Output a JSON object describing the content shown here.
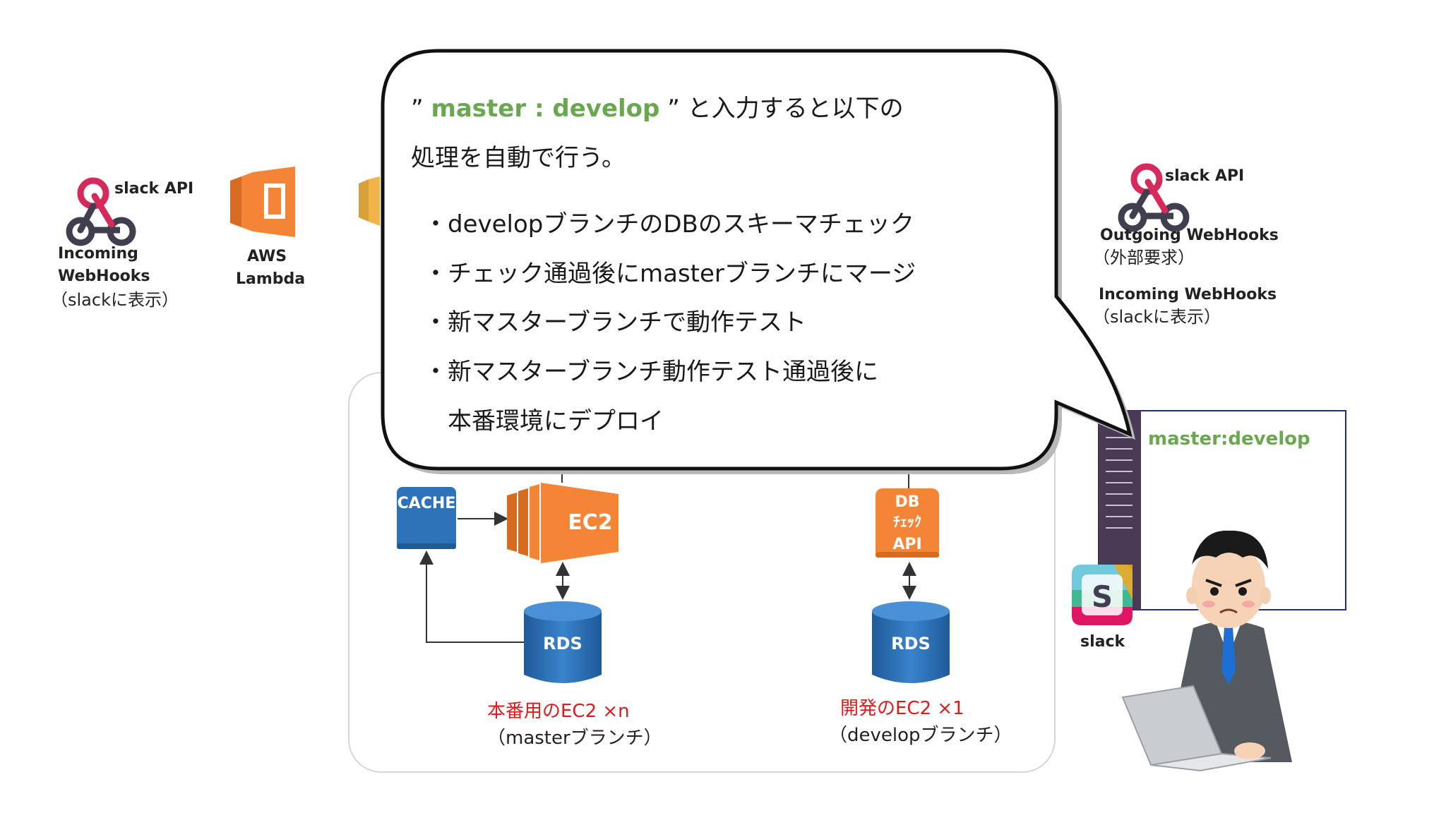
{
  "left_api": {
    "name": "slack API",
    "hook_line1": "Incoming",
    "hook_line2": "WebHooks",
    "hook_note": "（slackに表示）"
  },
  "lambda": {
    "line1": "AWS",
    "line2": "Lambda"
  },
  "right_api": {
    "name": "slack API",
    "outgoing": "Outgoing WebHooks",
    "outgoing_note": "（外部要求）",
    "incoming": "Incoming WebHooks",
    "incoming_note": "（slackに表示）"
  },
  "bubble": {
    "quote_open": "”",
    "command": "master : develop",
    "quote_close": "”",
    "line1_rest": "と入力すると以下の",
    "line2": "処理を自動で行う。",
    "items": [
      "・developブランチのDBのスキーマチェック",
      "・チェック通過後にmasterブランチにマージ",
      "・新マスターブランチで動作テスト",
      "・新マスターブランチ動作テスト通過後に",
      "　本番環境にデプロイ"
    ]
  },
  "production": {
    "cache_label": "CACHE",
    "ec2_label": "EC2",
    "rds_label": "RDS",
    "title": "本番用のEC2 ×n",
    "note": "（masterブランチ）"
  },
  "development": {
    "api_label_1": "DB",
    "api_label_2": "ﾁｪｯｸ",
    "api_label_3": "API",
    "rds_label": "RDS",
    "title": "開発のEC2 ×1",
    "note": "（developブランチ）"
  },
  "slack_window": {
    "message": "master:develop",
    "app_label": "slack"
  },
  "colors": {
    "aws_orange": "#f58536",
    "aws_blue": "#2e73b8",
    "slack_red": "#d6295c",
    "slack_dark": "#3f3f4f",
    "command_green": "#6aa84f",
    "alert_red": "#e0191a",
    "window_border": "#1f2e7a",
    "sidebar": "#4a3a55"
  },
  "icons": [
    "webhook-icon",
    "lambda-icon",
    "ec2-icon",
    "cache-icon",
    "rds-icon",
    "db-check-api-icon",
    "slack-logo-icon",
    "user-illustration",
    "laptop-icon"
  ]
}
